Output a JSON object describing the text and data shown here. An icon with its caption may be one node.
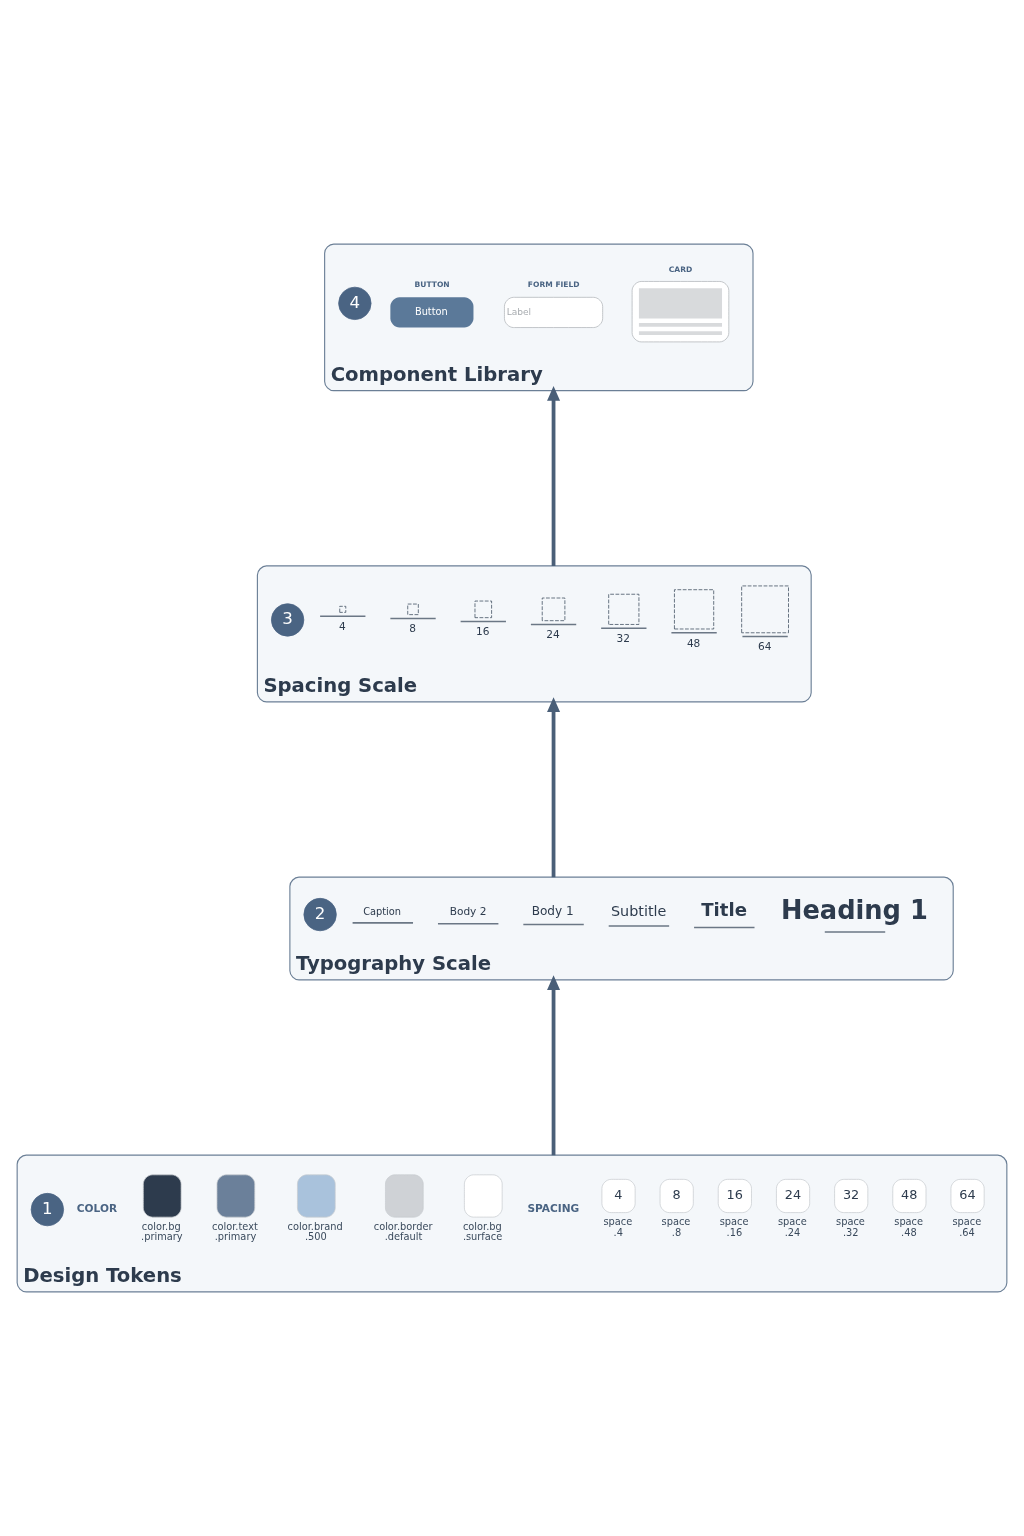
{
  "diagram": {
    "nodes": [
      {
        "text": [
          "Component Library"
        ]
      },
      {
        "text": [
          "4"
        ],
        "in": 0
      },
      {
        "text": [
          "BUTTON",
          "Button"
        ],
        "in": 0
      },
      {
        "text": [
          "FORM FIELD",
          "Label"
        ],
        "in": 0
      },
      {
        "text": [
          "CARD"
        ],
        "in": 0
      },
      {
        "text": [
          "Spacing Scale"
        ]
      },
      {
        "text": [
          "3"
        ],
        "in": 5
      },
      {
        "text": [],
        "shape": "box",
        "beside": [
          "4"
        ],
        "in": 5
      },
      {
        "text": [],
        "shape": "box",
        "beside": [
          "8"
        ],
        "in": 5
      },
      {
        "text": [],
        "shape": "box",
        "beside": [
          "16"
        ],
        "in": 5
      },
      {
        "text": [],
        "shape": "box",
        "beside": [
          "24"
        ],
        "in": 5
      },
      {
        "text": [],
        "shape": "box",
        "beside": [
          "32"
        ],
        "in": 5
      },
      {
        "text": [],
        "shape": "box",
        "beside": [
          "48"
        ],
        "in": 5
      },
      {
        "text": [],
        "shape": "box",
        "beside": [
          "64"
        ],
        "in": 5
      },
      {
        "text": [
          "Typography Scale"
        ]
      },
      {
        "text": [
          "2"
        ],
        "in": 14
      },
      {
        "text": [
          "Design Tokens"
        ]
      },
      {
        "text": [
          "1"
        ],
        "in": 16
      },
      {
        "text": [],
        "shape": "box",
        "beside": [
          "color.bg .primary"
        ],
        "in": 16
      },
      {
        "text": [],
        "shape": "box",
        "beside": [
          "color.text .primary"
        ],
        "in": 16
      },
      {
        "text": [],
        "shape": "box",
        "beside": [
          "color.brand .500"
        ],
        "in": 16
      },
      {
        "text": [],
        "shape": "box",
        "beside": [
          "color.border .default"
        ],
        "in": 16
      },
      {
        "text": [],
        "shape": "box",
        "beside": [
          "color.bg .surface"
        ],
        "in": 16
      },
      {
        "text": [
          "4"
        ],
        "beside": [
          "space .4"
        ],
        "in": 16
      },
      {
        "text": [
          "8"
        ],
        "beside": [
          "space .8"
        ],
        "in": 16
      },
      {
        "text": [
          "16"
        ],
        "beside": [
          "space .16"
        ],
        "in": 16
      },
      {
        "text": [
          "24"
        ],
        "beside": [
          "space .24"
        ],
        "in": 16
      },
      {
        "text": [
          "32"
        ],
        "beside": [
          "space .32"
        ],
        "in": 16
      },
      {
        "text": [
          "48"
        ],
        "beside": [
          "space .48"
        ],
        "in": 16
      },
      {
        "text": [
          "64"
        ],
        "beside": [
          "space .64"
        ],
        "in": 16
      }
    ],
    "edges": [
      {
        "from": 16,
        "to": 14,
        "arrow": "to"
      },
      {
        "from": 14,
        "to": 5,
        "arrow": "to"
      },
      {
        "from": 5,
        "to": 0,
        "arrow": "to"
      }
    ],
    "labels": [
      "Caption",
      "Body 2",
      "Body 1",
      "Subtitle",
      "Title",
      "Heading 1",
      "COLOR",
      "SPACING"
    ]
  }
}
